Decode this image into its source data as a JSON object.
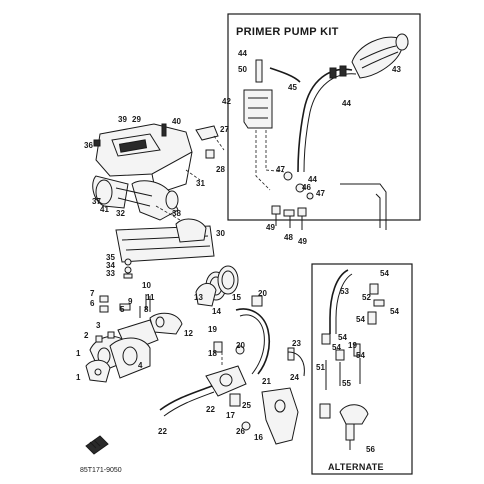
{
  "primer_pump_kit": {
    "title": "PRIMER PUMP KIT",
    "labels": [
      "44",
      "50",
      "45",
      "43",
      "44",
      "42",
      "47",
      "44",
      "46",
      "47",
      "49",
      "48",
      "49"
    ]
  },
  "alternate": {
    "title": "ALTERNATE",
    "labels": [
      "53",
      "54",
      "52",
      "54",
      "54",
      "51",
      "54",
      "54",
      "19",
      "54",
      "55",
      "56"
    ]
  },
  "main_labels": [
    "39",
    "29",
    "40",
    "27",
    "36",
    "28",
    "31",
    "37",
    "41",
    "32",
    "38",
    "30",
    "35",
    "34",
    "33",
    "10",
    "11",
    "7",
    "9",
    "6",
    "8",
    "5",
    "12",
    "14",
    "13",
    "15",
    "20",
    "3",
    "2",
    "1",
    "1",
    "4",
    "19",
    "18",
    "20",
    "23",
    "24",
    "21",
    "22",
    "17",
    "25",
    "26",
    "16",
    "22"
  ],
  "drawing_code": "85T171-9050",
  "icons": {
    "fuel_hose_clip": "hose-clip-icon",
    "drain_plug": "plug-icon"
  }
}
